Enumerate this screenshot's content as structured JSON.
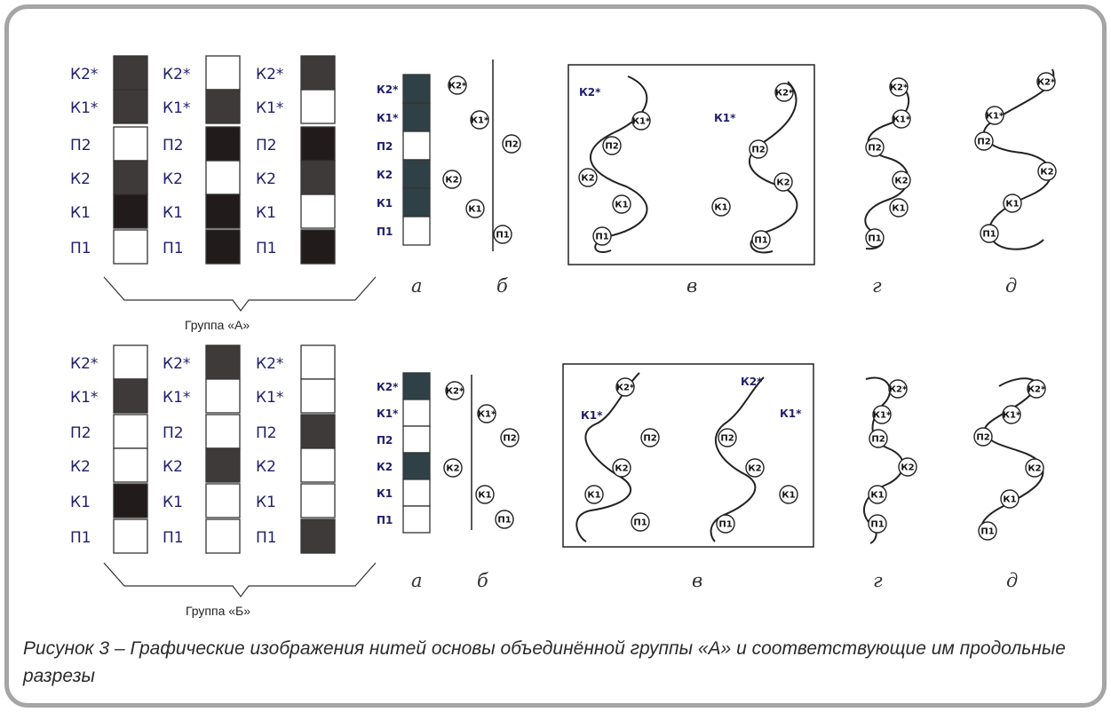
{
  "caption": "Рисунок 3 – Графические изображения нитей основы объединённой группы «А» и соответствующие им продольные разрезы",
  "group_a_label": "Группа «А»",
  "group_b_label": "Группа «Б»",
  "sublabels": {
    "a": "а",
    "b": "б",
    "v": "в",
    "g": "г",
    "d": "д"
  },
  "thread_labels": [
    "К2*",
    "К1*",
    "П2",
    "К2",
    "К1",
    "П1"
  ],
  "colors": {
    "white": "#ffffff",
    "gray": "#3f3a3a",
    "dark": "#221b1b",
    "slate": "#2f4147",
    "frame": "#a5a5a5"
  },
  "group_a_columns": [
    [
      "gray",
      "gray",
      "white",
      "gray",
      "dark",
      "white"
    ],
    [
      "white",
      "gray",
      "dark",
      "white",
      "dark",
      "dark"
    ],
    [
      "gray",
      "white",
      "dark",
      "gray",
      "white",
      "dark"
    ]
  ],
  "group_b_columns": [
    [
      "white",
      "gray",
      "white",
      "white",
      "dark",
      "white"
    ],
    [
      "gray",
      "white",
      "white",
      "gray",
      "white",
      "white"
    ],
    [
      "white",
      "white",
      "gray",
      "white",
      "white",
      "gray"
    ]
  ],
  "group_a_small": [
    "slate",
    "slate",
    "white",
    "slate",
    "slate",
    "white"
  ],
  "group_b_small": [
    "slate",
    "white",
    "white",
    "slate",
    "white",
    "white"
  ],
  "circle_labels": {
    "a_b": [
      "К2*",
      "К1*",
      "П2",
      "К2",
      "К1",
      "П1"
    ],
    "a_v": [
      "К2*",
      "К1*",
      "П2",
      "К2",
      "К1",
      "П1",
      "К2*",
      "К1*",
      "П2",
      "К2",
      "К1",
      "П1"
    ],
    "a_g": [
      "К2*",
      "К1*",
      "П2",
      "К2",
      "К1",
      "П1"
    ],
    "a_d": [
      "К2*",
      "К1*",
      "П2",
      "К2",
      "К1",
      "П1"
    ],
    "b_b": [
      "К2*",
      "К1*",
      "П2",
      "К2",
      "К1",
      "П1"
    ],
    "b_v": [
      "К2*",
      "К1*",
      "П2",
      "К2",
      "К1",
      "П1",
      "К2*",
      "К1*",
      "П2",
      "К2",
      "К1",
      "П1"
    ],
    "b_g": [
      "К2*",
      "К1*",
      "П2",
      "К2",
      "К1",
      "П1"
    ],
    "b_d": [
      "К2*",
      "К1*",
      "П2",
      "К2",
      "К1",
      "П1"
    ]
  }
}
